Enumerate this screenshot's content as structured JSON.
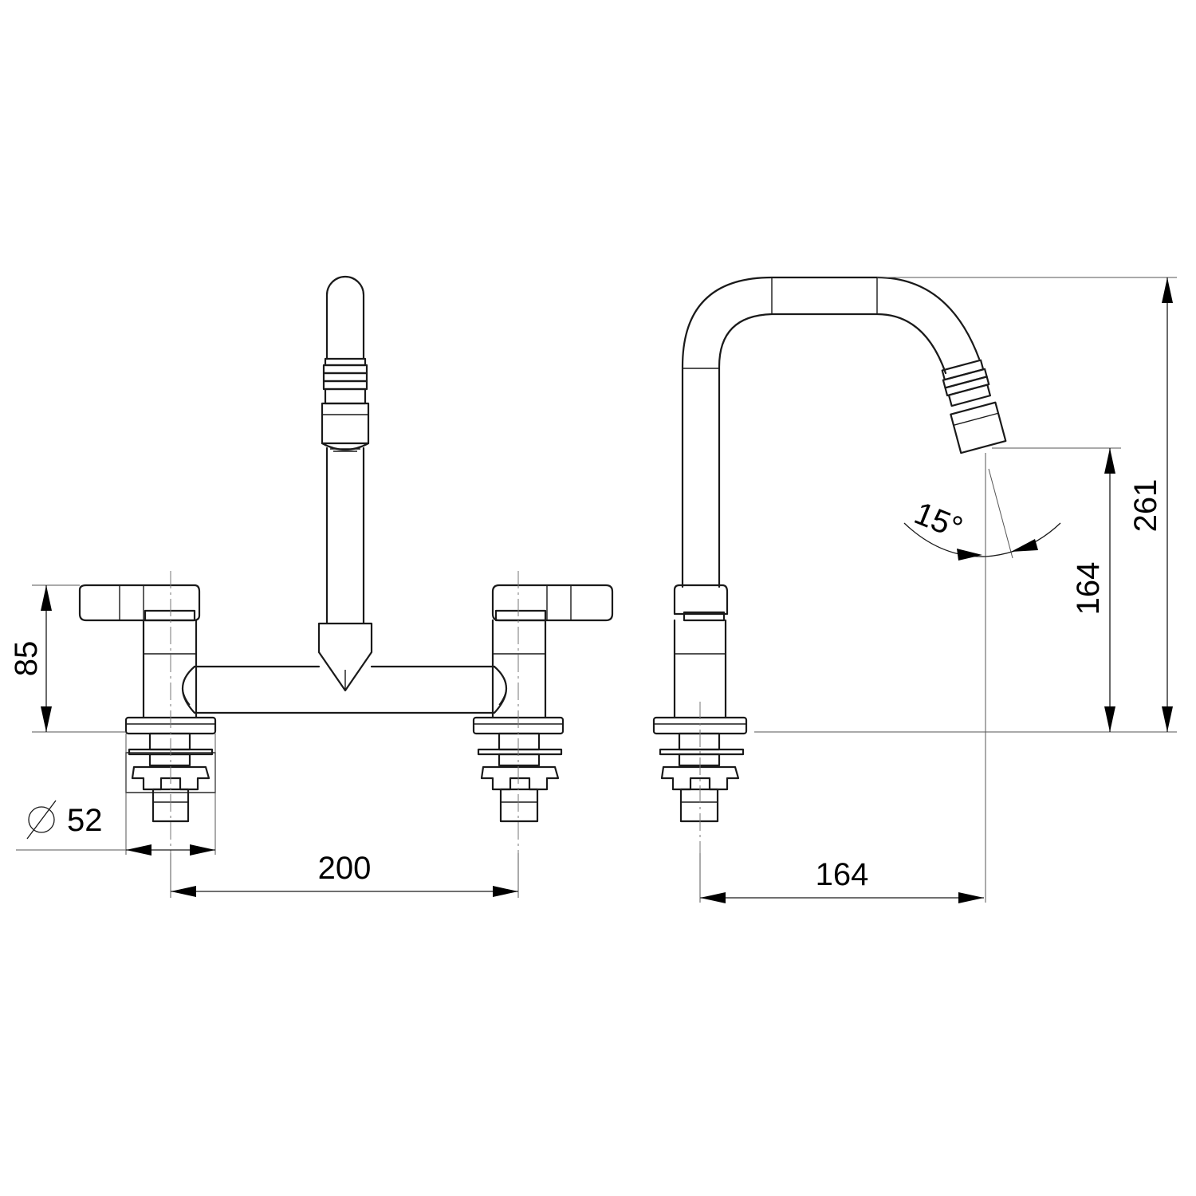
{
  "dimensions": {
    "handle_height": "85",
    "base_diameter": "52",
    "spacing": "200",
    "reach": "164",
    "spout_height": "164",
    "total_height": "261",
    "spout_angle": "15°"
  },
  "symbols": {
    "diameter": "diameter-symbol"
  }
}
